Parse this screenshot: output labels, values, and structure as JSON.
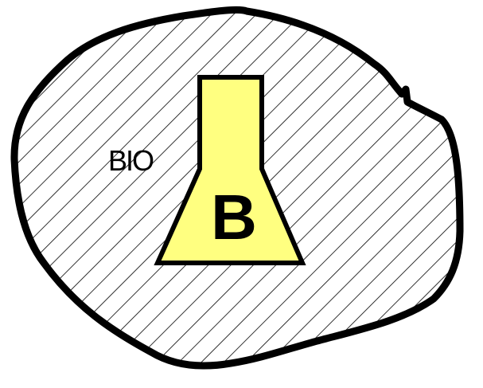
{
  "diagram": {
    "region": {
      "label": "BIO",
      "fill_pattern": "diagonal-hatch",
      "outline_color": "#000000",
      "hatch_color": "#000000"
    },
    "flask": {
      "letter": "B",
      "fill_color": "#ffff80",
      "outline_color": "#000000"
    }
  }
}
